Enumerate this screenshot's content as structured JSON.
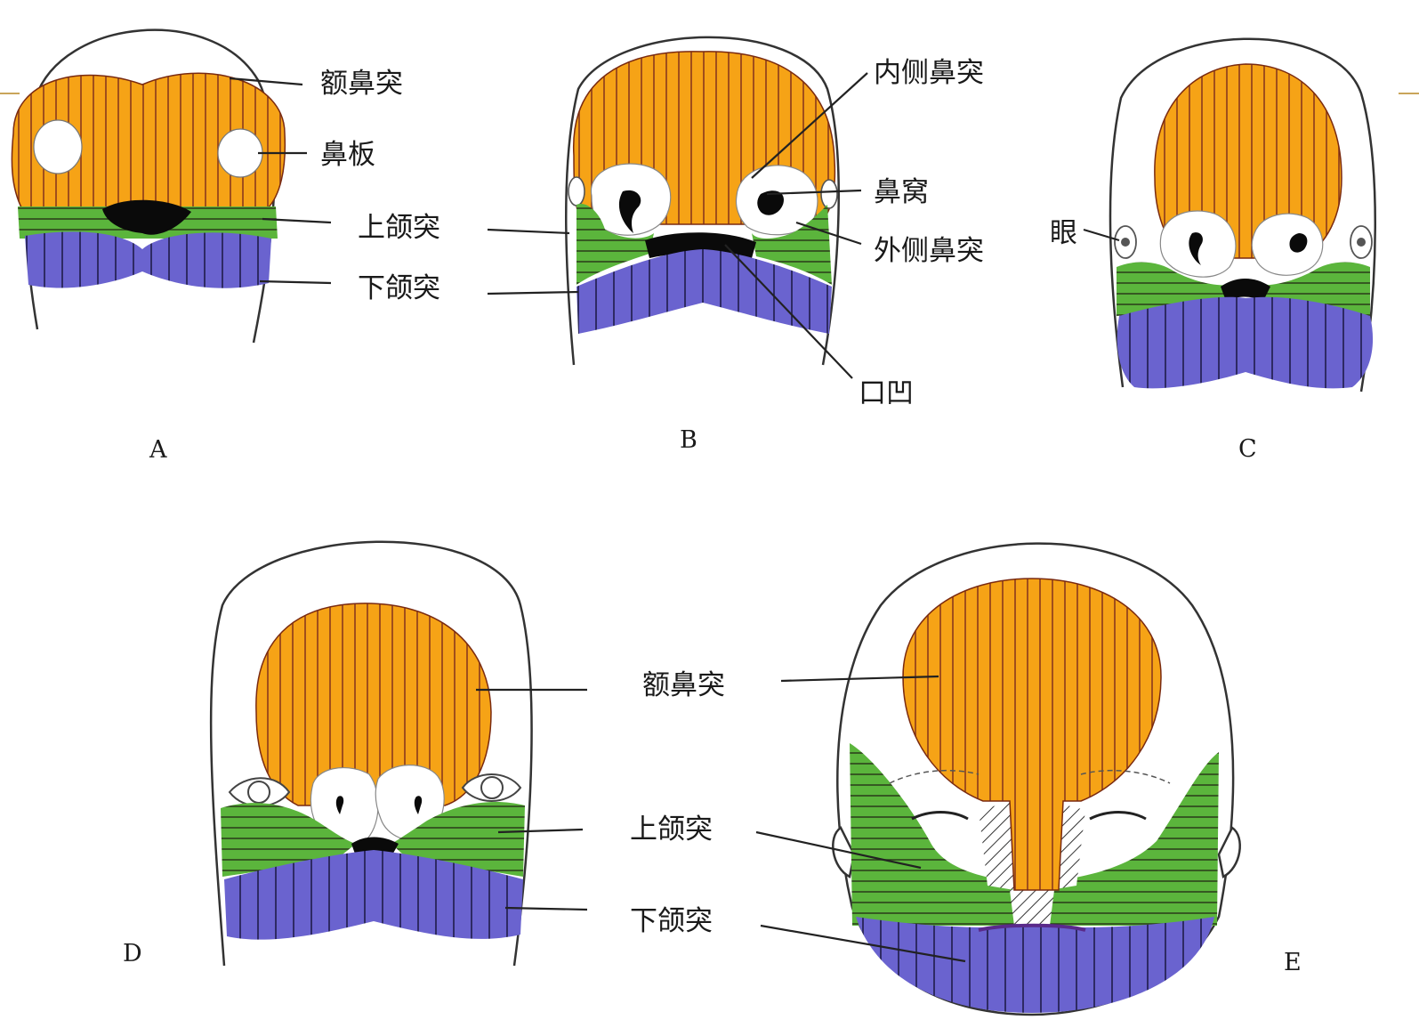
{
  "colors": {
    "frontonasal": "#f6a316",
    "maxillary": "#5bb53c",
    "mandibular": "#6a63cf",
    "hatch_frontonasal": "#8a3a1c",
    "hatch_maxillary": "#2a3a1a",
    "hatch_mandibular": "#1e1c4a",
    "outline": "#333333"
  },
  "panels": {
    "A": {
      "letter": "A",
      "labels": {
        "frontonasal": "额鼻突",
        "nasal_placode": "鼻板",
        "maxillary": "上颌突",
        "mandibular": "下颌突"
      }
    },
    "B": {
      "letter": "B",
      "labels": {
        "medial_nasal": "内侧鼻突",
        "nasal_pit": "鼻窝",
        "lateral_nasal": "外侧鼻突",
        "stomodeum": "口凹"
      }
    },
    "C": {
      "letter": "C",
      "labels": {
        "eye": "眼"
      }
    },
    "D": {
      "letter": "D"
    },
    "E": {
      "letter": "E",
      "labels": {
        "frontonasal": "额鼻突",
        "maxillary": "上颌突",
        "mandibular": "下颌突"
      }
    }
  }
}
